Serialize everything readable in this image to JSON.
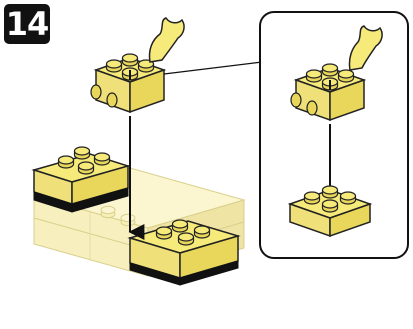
{
  "step": {
    "number": "14"
  },
  "colors": {
    "brick_top": "#f6ea7a",
    "brick_side": "#e9d75b",
    "brick_dark": "#c8b33c",
    "ghost": "#fbf6cf",
    "outline": "#222222",
    "accent_band": "#111111",
    "callout_border": "#111111"
  },
  "diagram": {
    "main": {
      "parts": [
        "clip-piece",
        "hinge-brick-with-side-studs",
        "plate-2x2-left",
        "plate-2x2-right",
        "base-plates-ghost"
      ],
      "arrow": "down"
    },
    "callout": {
      "parts": [
        "clip-piece",
        "hinge-brick-with-side-studs",
        "tile-2x2"
      ],
      "arrow": "down"
    }
  }
}
